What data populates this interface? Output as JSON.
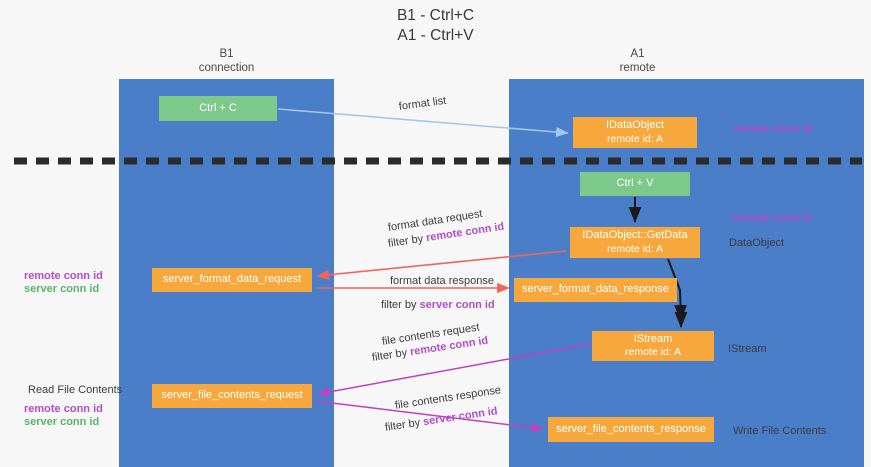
{
  "title": {
    "line1": "B1 - Ctrl+C",
    "line2": "A1 - Ctrl+V"
  },
  "columns": {
    "b1": {
      "name": "B1",
      "role": "connection"
    },
    "a1": {
      "name": "A1",
      "role": "remote"
    }
  },
  "colors": {
    "band": "#4a7ec9",
    "green_node": "#7dc98a",
    "orange_node": "#f6a83c",
    "purple_text": "#b14ec7",
    "green_text": "#59b36b",
    "divider": "#2b2b2b",
    "arrow_lightblue": "#9fc8ea",
    "arrow_black": "#1a1a1a",
    "arrow_red": "#f1655a",
    "arrow_magenta": "#c040c0",
    "background": "#f7f7f7"
  },
  "nodes": {
    "ctrl_c": {
      "label": "Ctrl + C"
    },
    "idataobject": {
      "line1": "IDataObject",
      "line2": "remote id: A"
    },
    "ctrl_v": {
      "label": "Ctrl + V"
    },
    "getdata": {
      "line1": "IDataObject::GetData",
      "line2": "remote id: A"
    },
    "server_format_data_request": {
      "label": "server_format_data_request"
    },
    "server_format_data_response": {
      "label": "server_format_data_response"
    },
    "istream": {
      "line1": "IStream",
      "line2": "remote id: A"
    },
    "server_file_contents_request": {
      "label": "server_file_contents_request"
    },
    "server_file_contents_response": {
      "label": "server_file_contents_response"
    }
  },
  "edges": {
    "format_list": {
      "label": "format list"
    },
    "format_data_request": {
      "label": "format data request",
      "filter_prefix": "filter by ",
      "filter_value": "remote conn id"
    },
    "format_data_response": {
      "label": "format data response",
      "filter_prefix": "filter by ",
      "filter_value": "server conn id"
    },
    "file_contents_request": {
      "label": "file contents request",
      "filter_prefix": "filter by ",
      "filter_value": "remote conn id"
    },
    "file_contents_response": {
      "label": "file contents response",
      "filter_prefix": "filter by ",
      "filter_value": "server conn id"
    }
  },
  "annotations": {
    "right_remote_conn_id_top": "remote conn id",
    "right_remote_conn_id_mid": "remote conn id",
    "dataobject": "DataObject",
    "istream": "IStream",
    "write_file_contents": "Write File Contents",
    "read_file_contents": "Read File Contents",
    "left_remote_conn_id_1": "remote conn id",
    "left_server_conn_id_1": "server conn id",
    "left_remote_conn_id_2": "remote conn id",
    "left_server_conn_id_2": "server conn id"
  }
}
